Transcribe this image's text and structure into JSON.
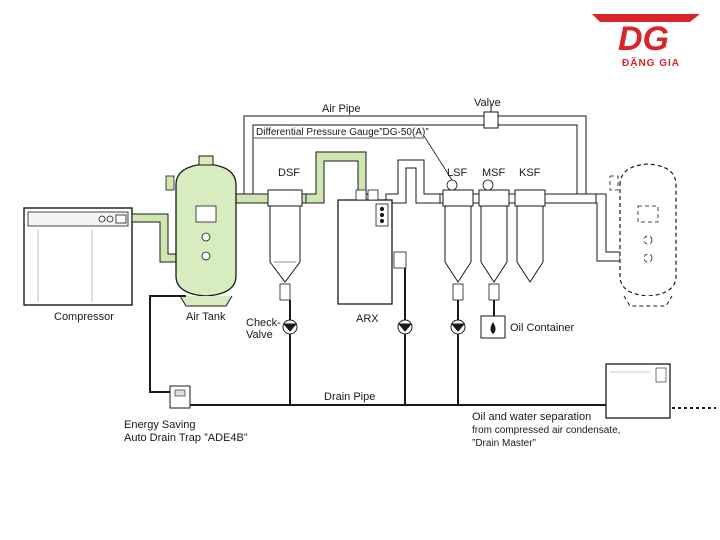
{
  "logo": {
    "mark": "DG",
    "name": "ĐẶNG GIA"
  },
  "labels": {
    "air_pipe": "Air Pipe",
    "valve": "Valve",
    "dp_gauge": "Differential Pressure Gauge”DG-50(A)”",
    "dsf": "DSF",
    "lsf": "LSF",
    "msf": "MSF",
    "ksf": "KSF",
    "compressor": "Compressor",
    "air_tank": "Air Tank",
    "check_valve_1": "Check-",
    "check_valve_2": "Valve",
    "arx": "ARX",
    "oil_container": "Oil Container",
    "drain_pipe": "Drain Pipe",
    "trap_1": "Energy Saving",
    "trap_2": "Auto Drain Trap ”ADE4B”",
    "sep_1": "Oil and water separation",
    "sep_2": "from compressed air condensate,",
    "sep_3": "”Drain Master”"
  },
  "colors": {
    "brand": "#d9252a",
    "pipe_green": "#cfe6b0",
    "tank_green": "#d7ecbf",
    "outline": "#1a1a1a",
    "dsf_element": "#5bb8e6",
    "lsf_element": "#2fb58a",
    "msf_element": "#e88aa0",
    "ksf_element": "#9a9a9a"
  }
}
